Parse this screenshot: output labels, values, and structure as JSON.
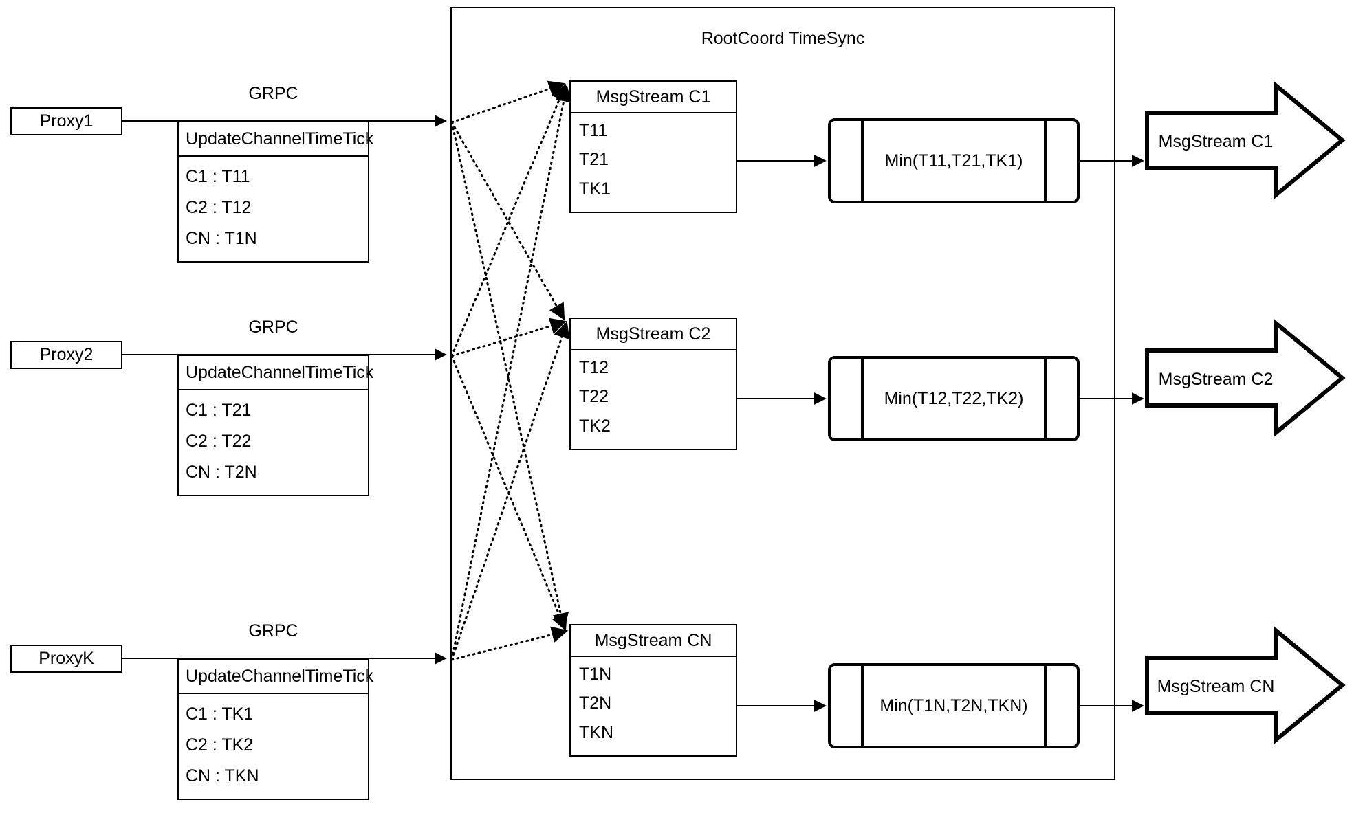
{
  "diagram": {
    "container": {
      "title": "RootCoord TimeSync"
    },
    "link_label": "GRPC",
    "proxies": [
      {
        "name": "Proxy1",
        "link_label": "GRPC",
        "table": {
          "header": "UpdateChannelTimeTick",
          "rows": [
            "C1 :  T11",
            "C2 :  T12",
            "CN : T1N"
          ]
        }
      },
      {
        "name": "Proxy2",
        "link_label": "GRPC",
        "table": {
          "header": "UpdateChannelTimeTick",
          "rows": [
            "C1 :  T21",
            "C2 :  T22",
            "CN : T2N"
          ]
        }
      },
      {
        "name": "ProxyK",
        "link_label": "GRPC",
        "table": {
          "header": "UpdateChannelTimeTick",
          "rows": [
            "C1 :  TK1",
            "C2 :  TK2",
            "CN : TKN"
          ]
        }
      }
    ],
    "channels": [
      {
        "msgstream": {
          "header": "MsgStream C1",
          "rows": [
            "T11",
            "T21",
            "TK1"
          ]
        },
        "process": "Min(T11,T21,TK1)",
        "output": "MsgStream C1"
      },
      {
        "msgstream": {
          "header": "MsgStream C2",
          "rows": [
            "T12",
            "T22",
            "TK2"
          ]
        },
        "process": "Min(T12,T22,TK2)",
        "output": "MsgStream C2"
      },
      {
        "msgstream": {
          "header": "MsgStream CN",
          "rows": [
            "T1N",
            "T2N",
            "TKN"
          ]
        },
        "process": "Min(T1N,T2N,TKN)",
        "output": "MsgStream CN"
      }
    ],
    "colors": {
      "stroke": "#000000",
      "background": "#ffffff"
    }
  }
}
